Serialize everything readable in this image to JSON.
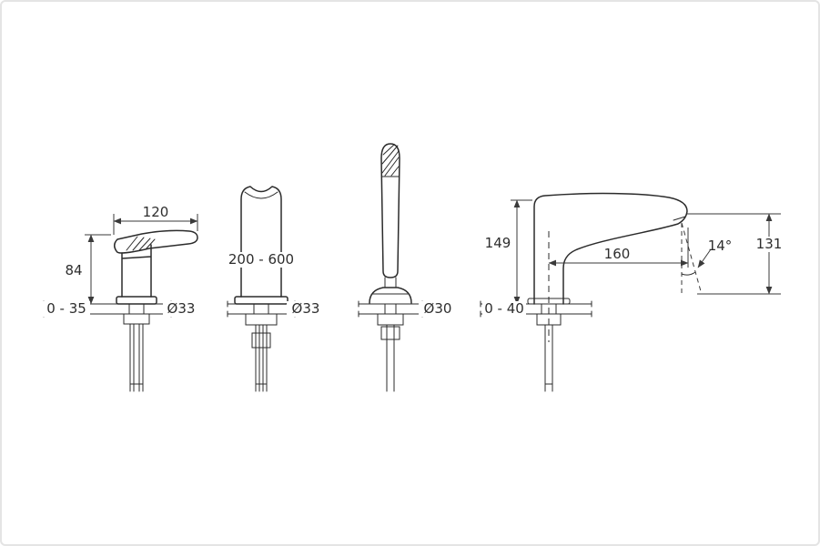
{
  "diagram": {
    "labels": {
      "handle_width": "120",
      "handle_height": "84",
      "handle_deck_thickness": "0 - 35",
      "handle_hole_diameter": "Ø33",
      "column_height_range": "200 - 600",
      "column_hole_diameter": "Ø33",
      "handshower_hole_diameter": "Ø30",
      "spout_height": "149",
      "spout_deck_thickness": "0 - 40",
      "spout_reach": "160",
      "spout_flow_angle": "14°",
      "spout_outlet_height": "131"
    },
    "colors": {
      "line": "#2b2b2b",
      "dimension": "#3a3a3a",
      "background": "#ffffff",
      "frame": "#e4e4e4"
    }
  }
}
